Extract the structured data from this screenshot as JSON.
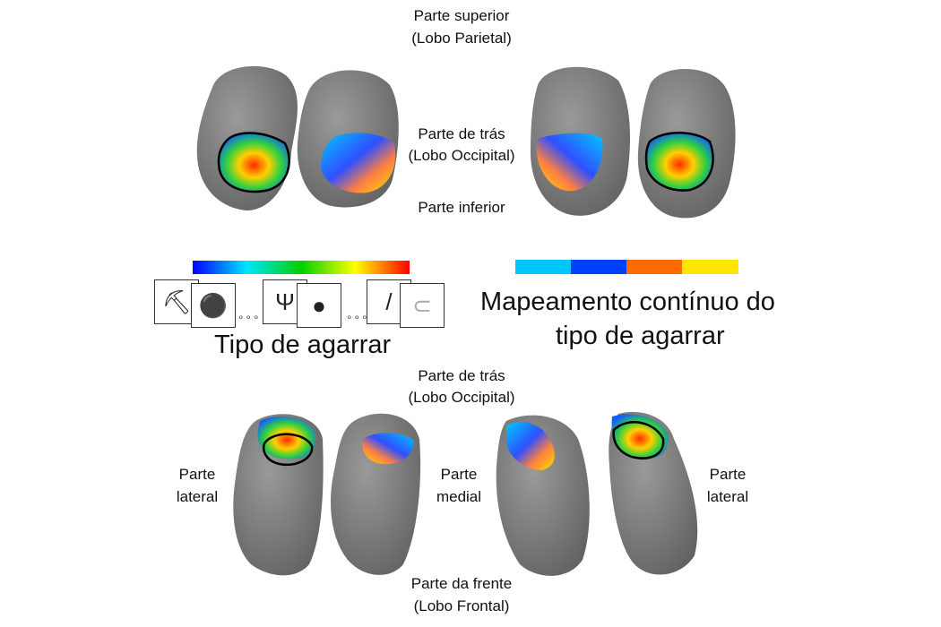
{
  "top_labels": {
    "superior": "Parte superior",
    "parietal": "(Lobo Parietal)",
    "tras": "Parte de trás",
    "occipital": "(Lobo Occipital)",
    "inferior": "Parte inferior"
  },
  "legend_left": {
    "title": "Tipo de agarrar",
    "gradient": [
      "#0000ff",
      "#00e5ff",
      "#00d000",
      "#ffff00",
      "#ff0000"
    ],
    "icons": [
      "shovel-icon",
      "dumbbell-icon",
      "peeler-icon",
      "mouse-icon",
      "tweezers-icon",
      "paperclip-icon"
    ],
    "ellipsis": "∘∘∘"
  },
  "legend_right": {
    "title_line1": "Mapeamento contínuo do",
    "title_line2": "tipo de agarrar",
    "colors": [
      "#00c8ff",
      "#0040ff",
      "#ff6a00",
      "#ffe600"
    ]
  },
  "bottom_labels": {
    "tras": "Parte de trás",
    "occipital": "(Lobo Occipital)",
    "left_parte": "Parte",
    "left_lateral": "lateral",
    "mid_parte": "Parte",
    "mid_medial": "medial",
    "right_parte": "Parte",
    "right_lateral": "lateral",
    "frente": "Parte da frente",
    "frontal": "(Lobo Frontal)"
  }
}
